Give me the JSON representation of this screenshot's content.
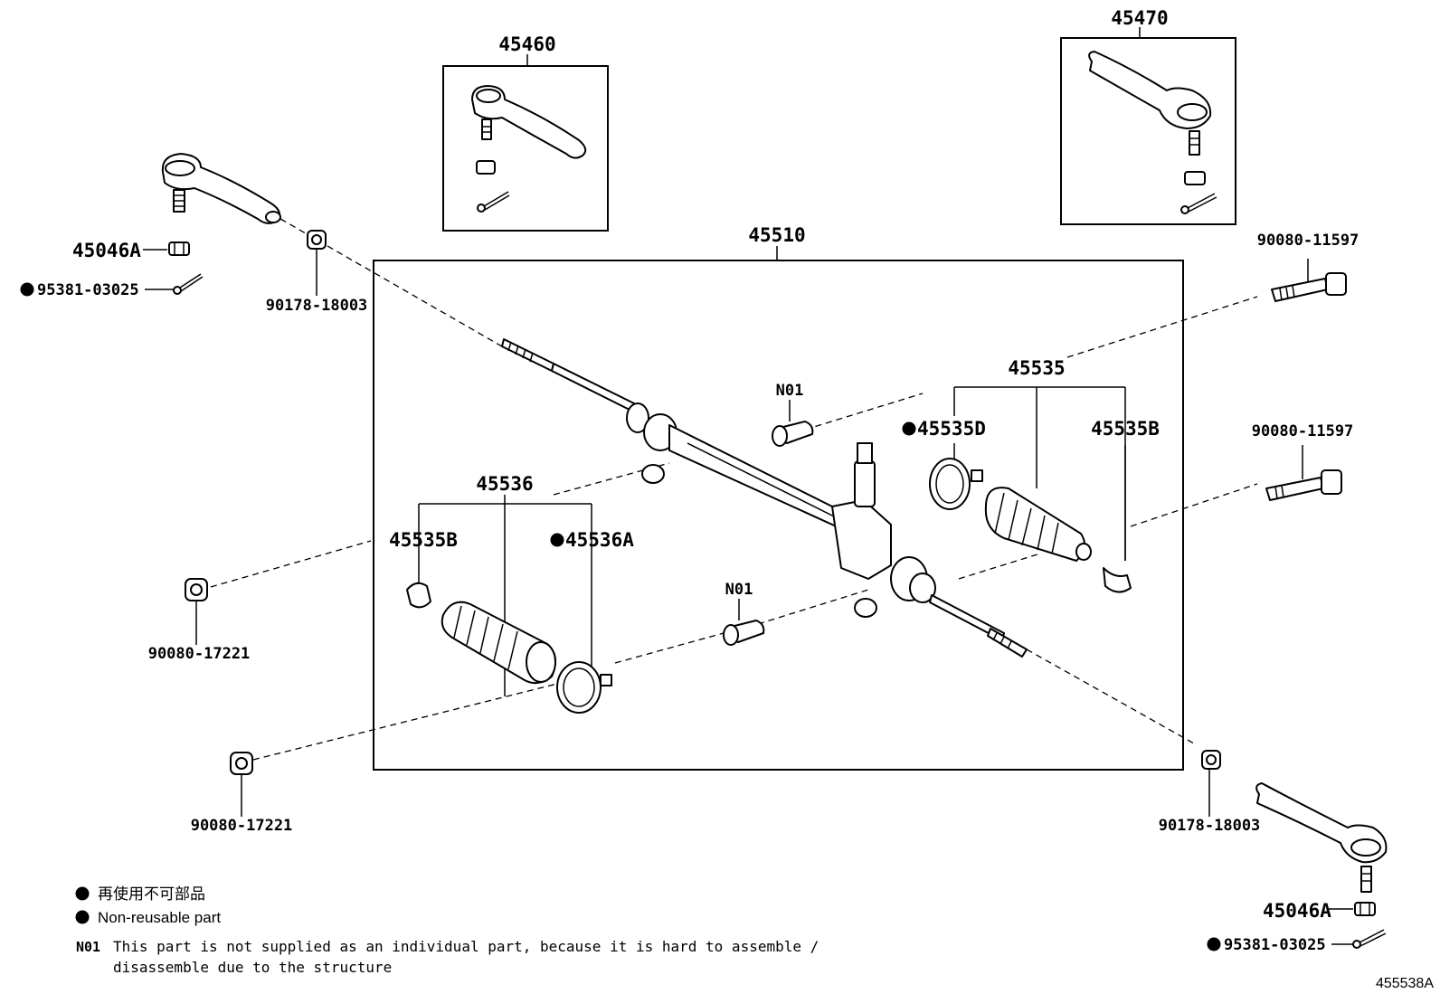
{
  "callouts": {
    "tie_end_lh": "45460",
    "tie_end_rh": "45470",
    "gear_assembly": "45510",
    "nut_left": "45046A",
    "cotter_pin_left": "95381-03025",
    "tie_rod_nut_left": "90178-18003",
    "bolt_upper": "90080-11597",
    "bolt_middle": "90080-11597",
    "boot_set_right": "45535",
    "clamp_d": "45535D",
    "clip_b_right": "45535B",
    "boot_set_left": "45536",
    "clip_b_left": "45535B",
    "clamp_a": "45536A",
    "bushing_upper": "N01",
    "bushing_lower": "N01",
    "nut_mid_left": "90080-17221",
    "nut_low_left": "90080-17221",
    "tie_rod_nut_right": "90178-18003",
    "nut_right": "45046A",
    "cotter_pin_right": "95381-03025"
  },
  "legend": {
    "line_jp": "再使用不可部品",
    "line_en": "Non-reusable part",
    "note_code": "N01",
    "note_line1": "This part is not supplied as an individual part, because it is hard to assemble /",
    "note_line2": "disassemble due to the structure"
  },
  "illustration_id": "455538A"
}
